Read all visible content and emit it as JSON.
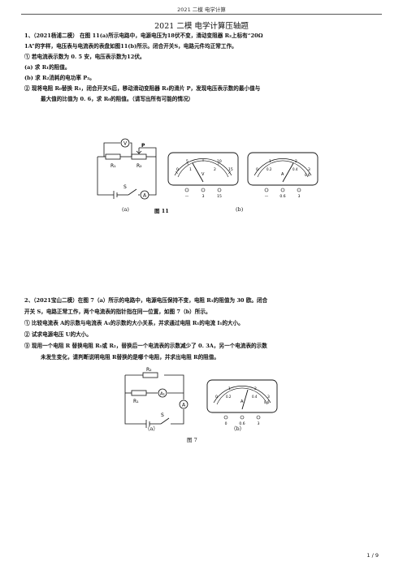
{
  "header": {
    "text": "2021 二模  电学计算"
  },
  "title": "2021 二模 电学计算压轴题",
  "q1": {
    "line1": "1、（2021杨浦二模）  在图 11(a)所示电路中，电源电压为18伏不变，滑动变阻器 R₂上标有“20Ω",
    "line2": "1A”的字样，电压表与电流表的表盘如图11(b)所示。闭合开关S，电路元件均正常工作。",
    "line3": "①   若电流表示数为 0. 5 安，电压表示数为12伏。",
    "line4": "(a)   求 R₁的阻值。",
    "line5": "(b)   求 R₂消耗的电功率 P₂。",
    "line6": "②   现将电阻 R₀替换 R₁，闭合开关S后，移动滑动变阻器 R₂的滑片 P，发现电压表示数的最小值与",
    "line7": "最大值的比值为 0. 6，求 R₀的阻值。（请写出所有可能的情况）",
    "fig_a": "(a)",
    "fig_title": "图 11",
    "fig_b": "(b)",
    "circuit_labels": {
      "v": "V",
      "a": "A",
      "r1": "R₁",
      "r2": "R₂",
      "p": "P",
      "s": "S"
    },
    "voltmeter": {
      "scale_top": [
        "0",
        "5",
        "10",
        "15"
      ],
      "scale_bot": [
        "0",
        "1",
        "2",
        "3"
      ],
      "unit": "V",
      "terms": [
        "—",
        "3",
        "15"
      ]
    },
    "ammeter": {
      "scale_top": [
        "0",
        "1",
        "2",
        "3"
      ],
      "scale_bot": [
        "0",
        "0.2",
        "0.4",
        "0.6"
      ],
      "unit": "A",
      "terms": [
        "—",
        "0.6",
        "3"
      ]
    }
  },
  "q2": {
    "line1": "2、（2021宝山二模）在图 7（a）所示的电路中，电源电压保持不变，电阻 R₁的阻值为 30 欧。闭合",
    "line2": "开关 S，电路正常工作，两个电流表的指针指在同一位置，如图 7（b）所示。",
    "line3": "①   比较电流表 A的示数与电流表 A₁的示数的大小关系，并求通过电阻 R₁的电流 I₁的大小。",
    "line4": "②   试求电源电压 U的大小。",
    "line5": "③   现用一个电阻 R 替换电阻 R₁或 R₂，替换后一个电流表的示数减少了 0. 3A，另一个电流表的示数",
    "line6": "未发生变化，请判断说明电阻 R替换的是哪个电阻，并求出电阻 R的阻值。",
    "fig_a": "（a）",
    "fig_b": "（b）",
    "fig_title": "图 7",
    "circuit_labels": {
      "r1": "R₁",
      "r2": "R₂",
      "a1": "A₁",
      "a": "A",
      "s": "S"
    },
    "ammeter": {
      "scale_top": [
        "0",
        "1",
        "2",
        "3"
      ],
      "scale_bot": [
        "0",
        "0.2",
        "0.4",
        "0.6"
      ],
      "unit": "A",
      "terms": [
        "0",
        "0.6",
        "3"
      ]
    }
  },
  "footer": {
    "page": "1 / 9"
  }
}
